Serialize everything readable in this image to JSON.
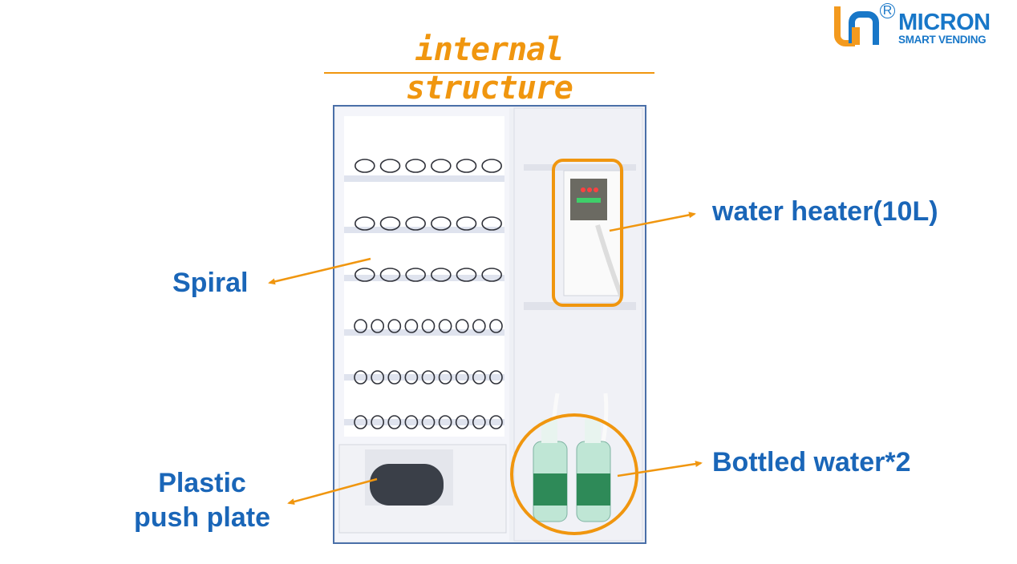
{
  "title": "internal structure",
  "logo": {
    "brand": "MICRON",
    "tagline": "SMART VENDING",
    "registered_mark": "R"
  },
  "labels": {
    "spiral": "Spiral",
    "water_heater": "water heater(10L)",
    "bottled_water": "Bottled water*2",
    "plastic_push_plate_line1": "Plastic",
    "plastic_push_plate_line2": "push plate"
  },
  "colors": {
    "title": "#f0960f",
    "label_text": "#1a66b8",
    "callout": "#f0960f",
    "photo_border": "#4a6fa8",
    "logo_orange": "#f39a1e",
    "logo_blue": "#1877c8"
  }
}
